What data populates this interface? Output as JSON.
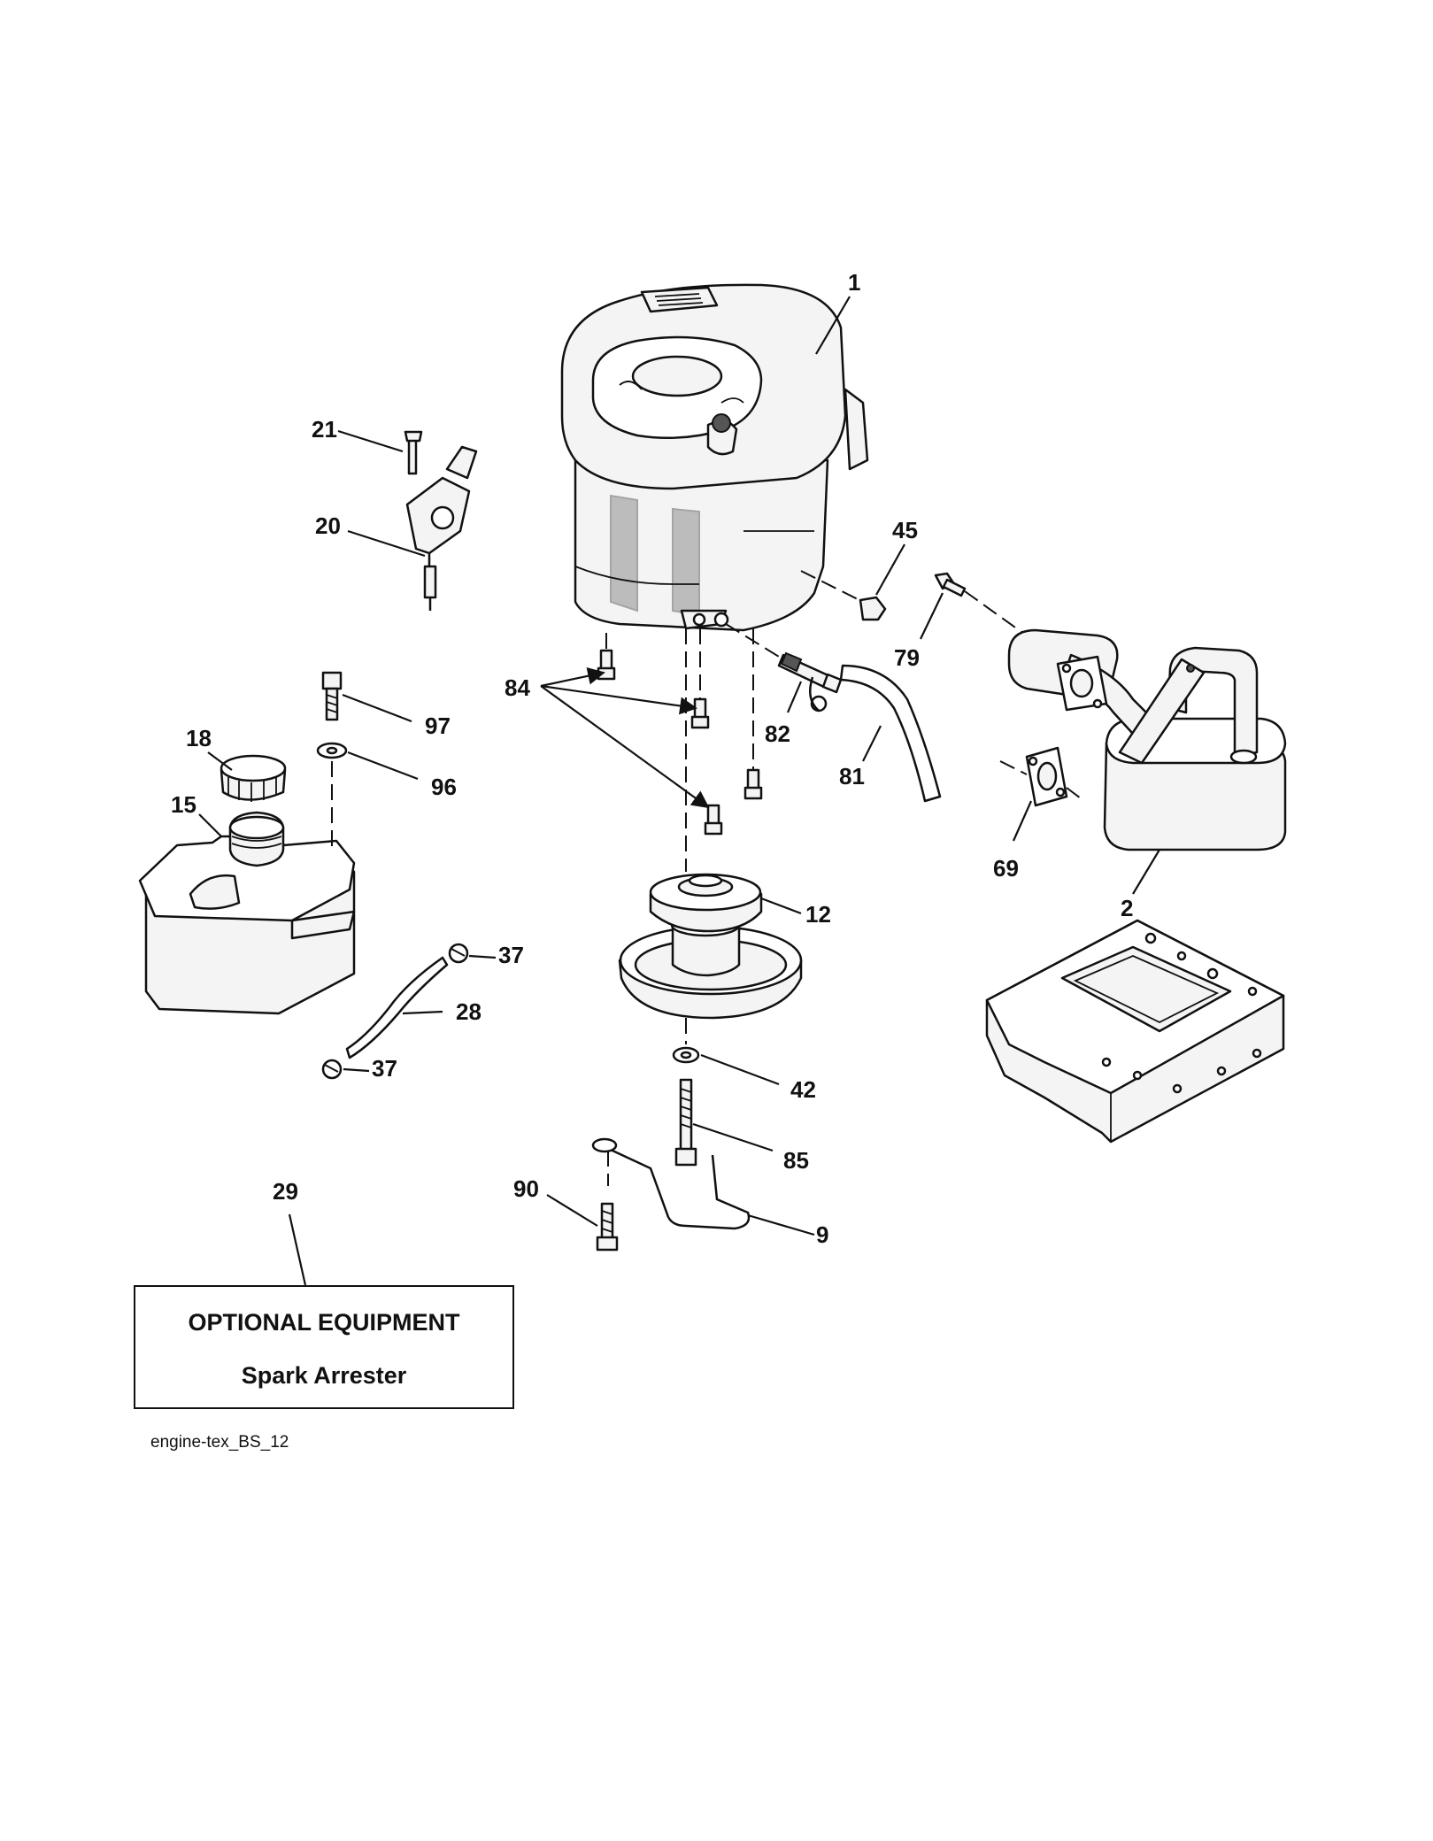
{
  "callouts": {
    "c1": "1",
    "c2": "2",
    "c9": "9",
    "c12": "12",
    "c15": "15",
    "c18": "18",
    "c20": "20",
    "c21": "21",
    "c28": "28",
    "c29": "29",
    "c37a": "37",
    "c37b": "37",
    "c42": "42",
    "c45": "45",
    "c69": "69",
    "c79": "79",
    "c81": "81",
    "c82": "82",
    "c84": "84",
    "c85": "85",
    "c90": "90",
    "c96": "96",
    "c97": "97"
  },
  "optional_box": {
    "title": "OPTIONAL EQUIPMENT",
    "item": "Spark Arrester"
  },
  "footer_code": "engine-tex_BS_12",
  "icons": [
    "engine-icon",
    "fuel-tank-icon",
    "muffler-icon",
    "pulley-icon",
    "engine-mount-plate-icon",
    "throttle-bracket-icon",
    "fuel-cap-icon",
    "gasket-icon"
  ]
}
